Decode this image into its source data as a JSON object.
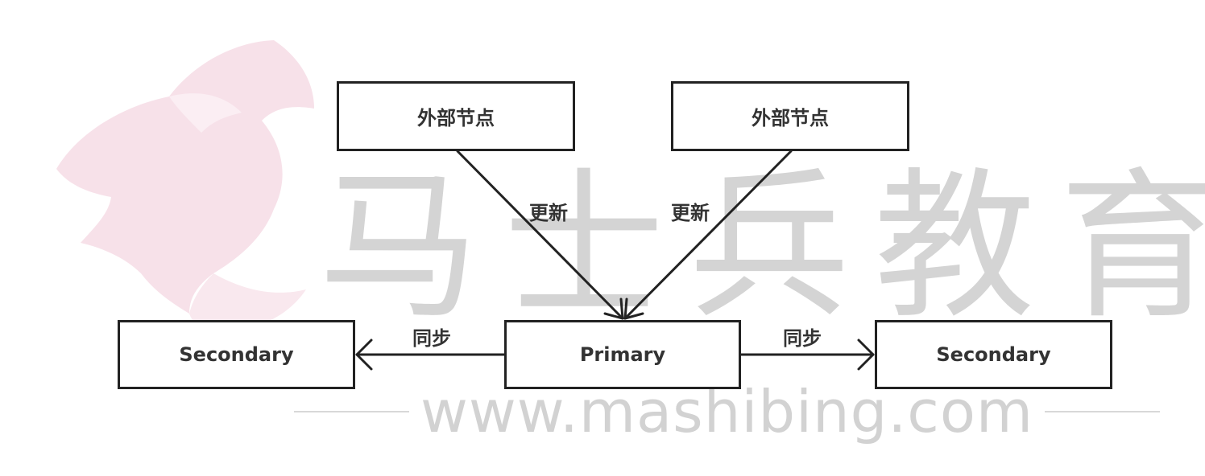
{
  "nodes": {
    "external_left": "外部节点",
    "external_right": "外部节点",
    "primary": "Primary",
    "secondary_left": "Secondary",
    "secondary_right": "Secondary"
  },
  "edges": {
    "update_left": "更新",
    "update_right": "更新",
    "sync_left": "同步",
    "sync_right": "同步"
  },
  "watermark": {
    "brand": "马士兵教育",
    "url": "www.mashibing.com",
    "logo_icon": "horse-head-logo-icon"
  },
  "colors": {
    "stroke": "#222222",
    "text": "#333333",
    "watermark": "#d4d4d4",
    "logo": "#f6dde6"
  }
}
